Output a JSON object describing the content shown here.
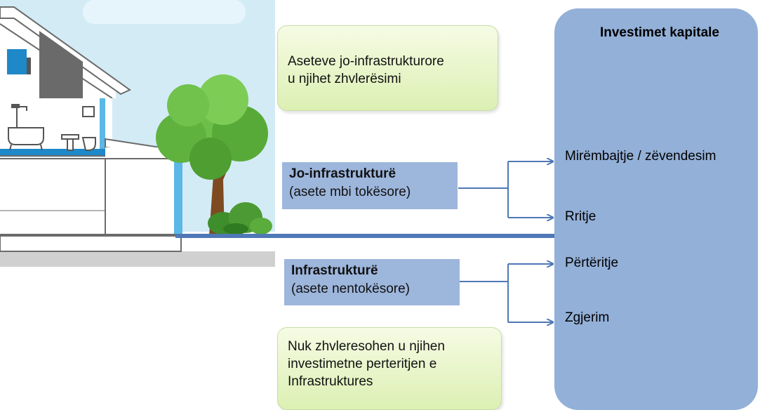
{
  "capital": {
    "title": "Investimet kapitale"
  },
  "branches": {
    "maintenance": "Mirëmbajtje / zëvendesim",
    "growth": "Rritje",
    "renewal": "Përtëritje",
    "expansion": "Zgjerim"
  },
  "categories": {
    "non_infra": {
      "title": "Jo-infrastrukturë",
      "subtitle": "(asete mbi tokësore)"
    },
    "infra": {
      "title": "Infrastrukturë",
      "subtitle": "(asete nentokësore)"
    }
  },
  "notes": {
    "top": [
      "Aseteve jo-infrastrukturore",
      "u njihet zhvlerësimi"
    ],
    "bottom": [
      "Nuk zhvleresohen u njihen",
      "investimetne perteritjen e",
      "Infrastruktures"
    ]
  },
  "colors": {
    "panel": "#93b0d8",
    "category_box": "#9db6dc",
    "arrow": "#4f78b6",
    "note_fill": "#e6f5c6"
  }
}
